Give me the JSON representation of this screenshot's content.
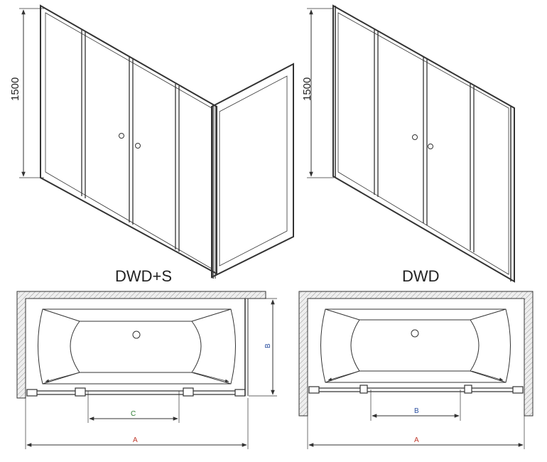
{
  "models": [
    {
      "id": "dwd_s",
      "label": "DWD+S"
    },
    {
      "id": "dwd",
      "label": "DWD"
    }
  ],
  "dimensions": {
    "height_left": "1500",
    "height_right": "1500",
    "plan_left": {
      "a": "A",
      "b": "B",
      "c": "C"
    },
    "plan_right": {
      "a": "A",
      "b": "B"
    }
  },
  "colors": {
    "line": "#333333",
    "wall_fill": "#e6e6e6",
    "dim_a": "#c0392b",
    "dim_b": "#2b4fa0",
    "dim_c": "#2e7d32"
  }
}
